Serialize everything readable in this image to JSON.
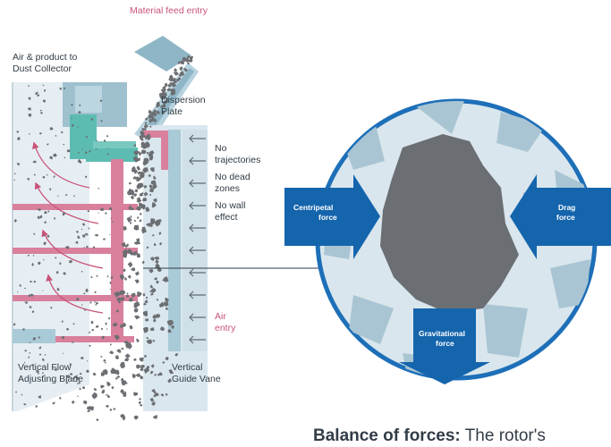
{
  "labels": {
    "material_feed": "Material feed entry",
    "air_product_1": "Air & product to",
    "air_product_2": "Dust Collector",
    "dispersion_1": "Dispersion",
    "dispersion_2": "Plate",
    "no_traj_1": "No",
    "no_traj_2": "trajectories",
    "no_dead_1": "No dead",
    "no_dead_2": "zones",
    "no_wall_1": "No wall",
    "no_wall_2": "effect",
    "air_entry_1": "Air",
    "air_entry_2": "entry",
    "vflow_1": "Vertical Flow",
    "vflow_2": "Adjusting Blade",
    "vguide_1": "Vertical",
    "vguide_2": "Guide Vane"
  },
  "forces": {
    "centripetal_1": "Centripetal",
    "centripetal_2": "force",
    "drag_1": "Drag",
    "drag_2": "force",
    "grav_1": "Gravitational",
    "grav_2": "force"
  },
  "caption": {
    "bold": "Balance of forces:",
    "text": " The rotor's"
  },
  "colors": {
    "pink": "#d8809c",
    "blue_arrow": "#1565ad",
    "teal": "#5cbcb2",
    "vane": "#a9cad7",
    "particle": "#6b6e72",
    "circle_fill": "#d9e6ed",
    "circle_stroke": "#1d6fb8"
  }
}
